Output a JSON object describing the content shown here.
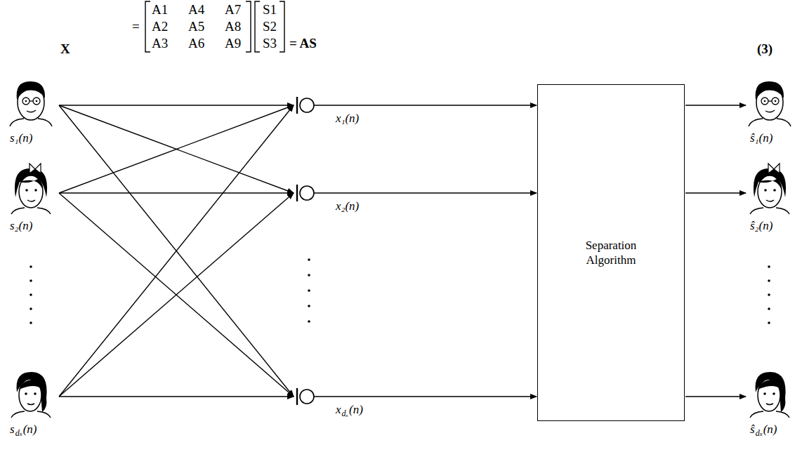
{
  "diagram": {
    "nodes": [
      {
        "text": [
          "Separation Algorithm"
        ]
      }
    ],
    "labels": [
      "X",
      "=",
      "A1",
      "A4",
      "A7",
      "A2",
      "A5",
      "A8",
      "A3",
      "A6",
      "A9",
      "S1",
      "S2",
      "S3",
      "= AS",
      "(3)",
      "s₁(n)",
      "s₂(n)",
      "s",
      "dₛ",
      "(n)",
      "x₁(n)",
      "x₂(n)",
      "x",
      "dₓ",
      "(n)",
      "ŝ₁(n)",
      "ŝ₂(n)",
      "ŝ",
      "dₛ",
      "(n)"
    ]
  }
}
